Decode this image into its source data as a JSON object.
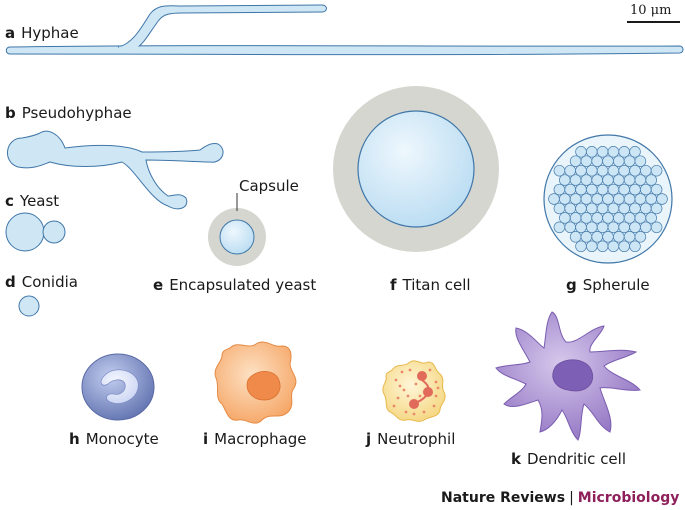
{
  "figure": {
    "labels": [
      {
        "id": "a",
        "letter": "a",
        "text": "Hyphae"
      },
      {
        "id": "b",
        "letter": "b",
        "text": "Pseudohyphae"
      },
      {
        "id": "c",
        "letter": "c",
        "text": "Yeast"
      },
      {
        "id": "d",
        "letter": "d",
        "text": "Conidia"
      },
      {
        "id": "e",
        "letter": "e",
        "text": "Encapsulated yeast"
      },
      {
        "id": "f",
        "letter": "f",
        "text": "Titan cell"
      },
      {
        "id": "g",
        "letter": "g",
        "text": "Spherule"
      },
      {
        "id": "h",
        "letter": "h",
        "text": "Monocyte"
      },
      {
        "id": "i",
        "letter": "i",
        "text": "Macrophage"
      },
      {
        "id": "j",
        "letter": "j",
        "text": "Neutrophil"
      },
      {
        "id": "k",
        "letter": "k",
        "text": "Dendritic cell"
      }
    ],
    "capsule_callout": "Capsule",
    "scale_bar_label": "10 μm",
    "credit": {
      "journal": "Nature Reviews",
      "separator": "|",
      "section": "Microbiology"
    }
  },
  "colors": {
    "fungal_fill": "#cfe6f5",
    "fungal_stroke": "#3f76a8",
    "capsule": "#d6d6d0",
    "monocyte": "#7d8fc4",
    "macrophage": "#f6a96a",
    "neutrophil": "#f6dc86",
    "dendritic": "#9a7ec6",
    "brand": "#8e1f5a"
  }
}
